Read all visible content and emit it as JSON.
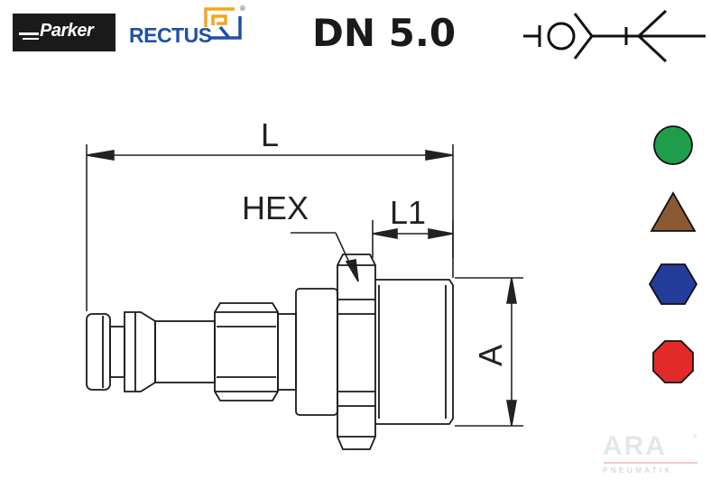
{
  "header": {
    "parker_logo_text": "Parker",
    "rectus_logo_text": "RECTUS",
    "rectus_registered": "®",
    "title": "DN 5.0"
  },
  "drawing": {
    "label_length": "L",
    "label_hex": "HEX",
    "label_l1": "L1",
    "label_a": "A"
  },
  "markers": [
    {
      "shape": "circle",
      "color": "#1e9e4a"
    },
    {
      "shape": "triangle",
      "color": "#8a5a34"
    },
    {
      "shape": "hexagon",
      "color": "#243c9a"
    },
    {
      "shape": "octagon",
      "color": "#e22a2a"
    }
  ],
  "watermark": {
    "brand": "ARA",
    "registered": "®",
    "subtitle": "PNEUMATIK"
  }
}
